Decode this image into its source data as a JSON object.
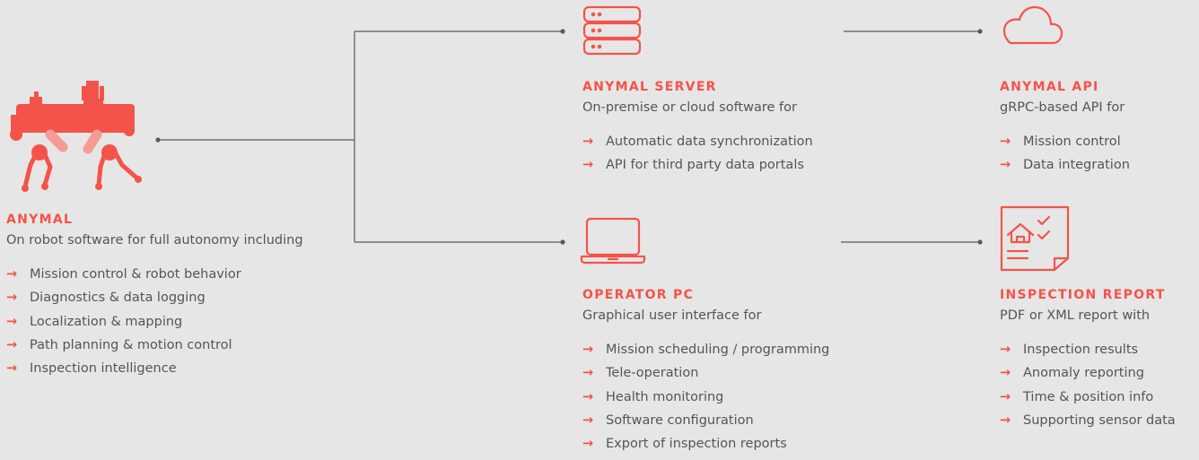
{
  "colors": {
    "accent": "#f4534a",
    "text": "#555555",
    "line": "#5a5a5a",
    "background": "#e6e6e6"
  },
  "bullet_glyph": "→",
  "anymal": {
    "title": "ANYMAL",
    "subtitle": "On robot software for full autonomy including",
    "items": [
      "Mission control & robot behavior",
      "Diagnostics & data logging",
      "Localization & mapping",
      "Path planning & motion control",
      "Inspection intelligence"
    ]
  },
  "server": {
    "title": "ANYMAL SERVER",
    "subtitle": "On-premise or cloud software for",
    "items": [
      "Automatic data synchronization",
      "API for third party data portals"
    ]
  },
  "api": {
    "title": "ANYMAL API",
    "subtitle": "gRPC-based API for",
    "items": [
      "Mission control",
      "Data integration"
    ]
  },
  "operator": {
    "title": "OPERATOR PC",
    "subtitle": "Graphical user interface for",
    "items": [
      "Mission scheduling / programming",
      "Tele-operation",
      "Health monitoring",
      "Software configuration",
      "Export of inspection reports"
    ]
  },
  "report": {
    "title": "INSPECTION REPORT",
    "subtitle": "PDF or XML report with",
    "items": [
      "Inspection results",
      "Anomaly reporting",
      "Time & position info",
      "Supporting sensor data"
    ]
  }
}
